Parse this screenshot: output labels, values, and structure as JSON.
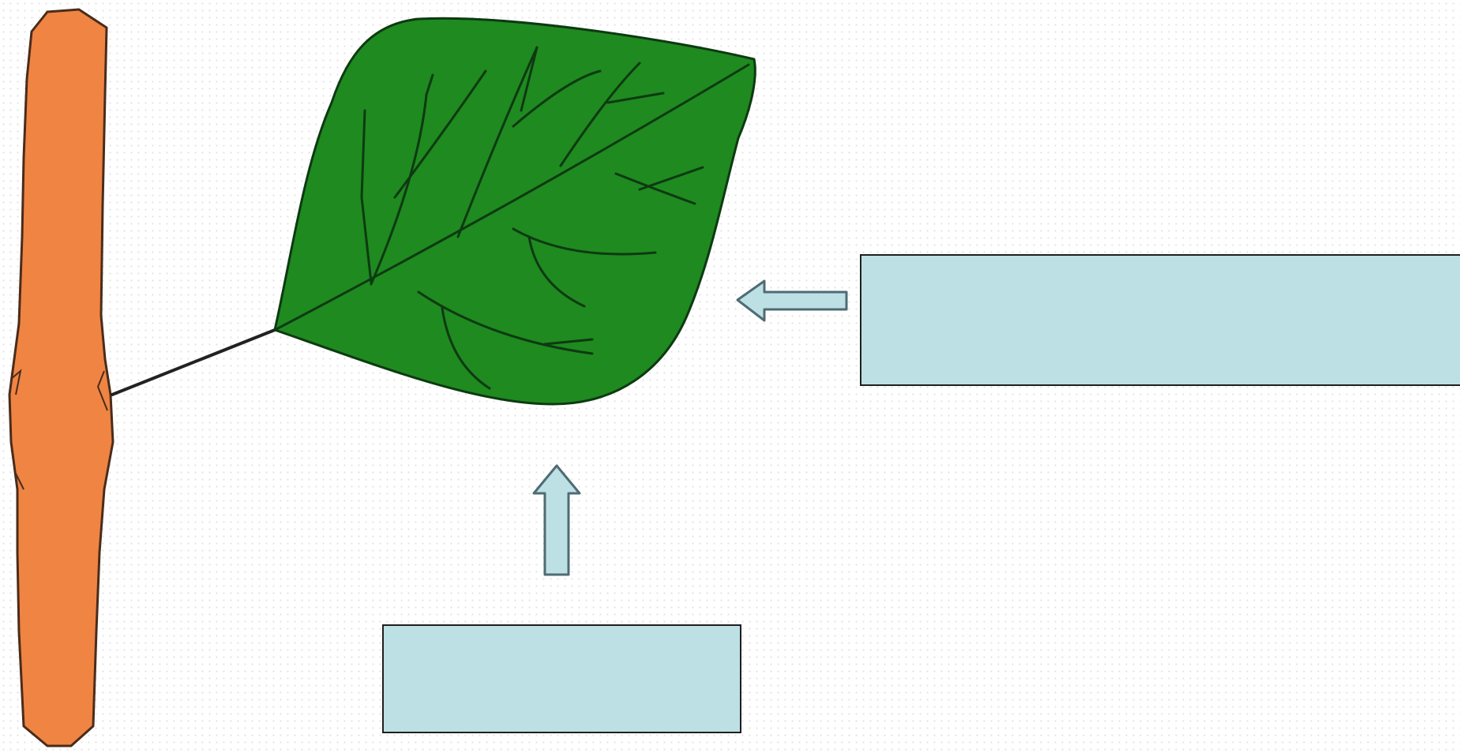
{
  "diagram": {
    "subject": "leaf on stem",
    "label_boxes": {
      "right": {
        "text": ""
      },
      "bottom": {
        "text": ""
      }
    },
    "colors": {
      "background": "#ffffff",
      "stem": "#f08443",
      "stem_outline": "#4a2c1a",
      "leaf": "#1f8a1f",
      "leaf_vein": "#0d3a12",
      "petiole": "#222222",
      "label_fill": "#bce0e4",
      "label_border": "#1f1f1f",
      "arrow_fill": "#bce0e4",
      "arrow_border": "#4f6b73"
    },
    "icons": {
      "stem": "stem-illustration",
      "leaf": "leaf-illustration",
      "arrow_right_box": "arrow-left-icon",
      "arrow_bottom_box": "arrow-up-icon"
    }
  }
}
